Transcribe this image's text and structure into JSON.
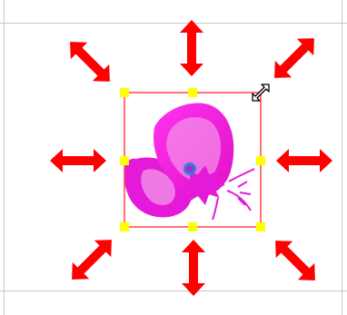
{
  "canvas": {
    "selection_color": "#ff4444",
    "handle_color": "#ffff00",
    "arrow_color": "#ff0000",
    "object": {
      "name_icon": "butterfly-icon",
      "primary_color": "#ee22dd",
      "secondary_color": "#f59be6",
      "pivot_color": "#3a7bd5"
    },
    "handles": [
      "top-left",
      "top-center",
      "top-right",
      "middle-left",
      "middle-right",
      "bottom-left",
      "bottom-center",
      "bottom-right"
    ],
    "resize_cursor_icon": "diagonal-resize-cursor-icon"
  }
}
